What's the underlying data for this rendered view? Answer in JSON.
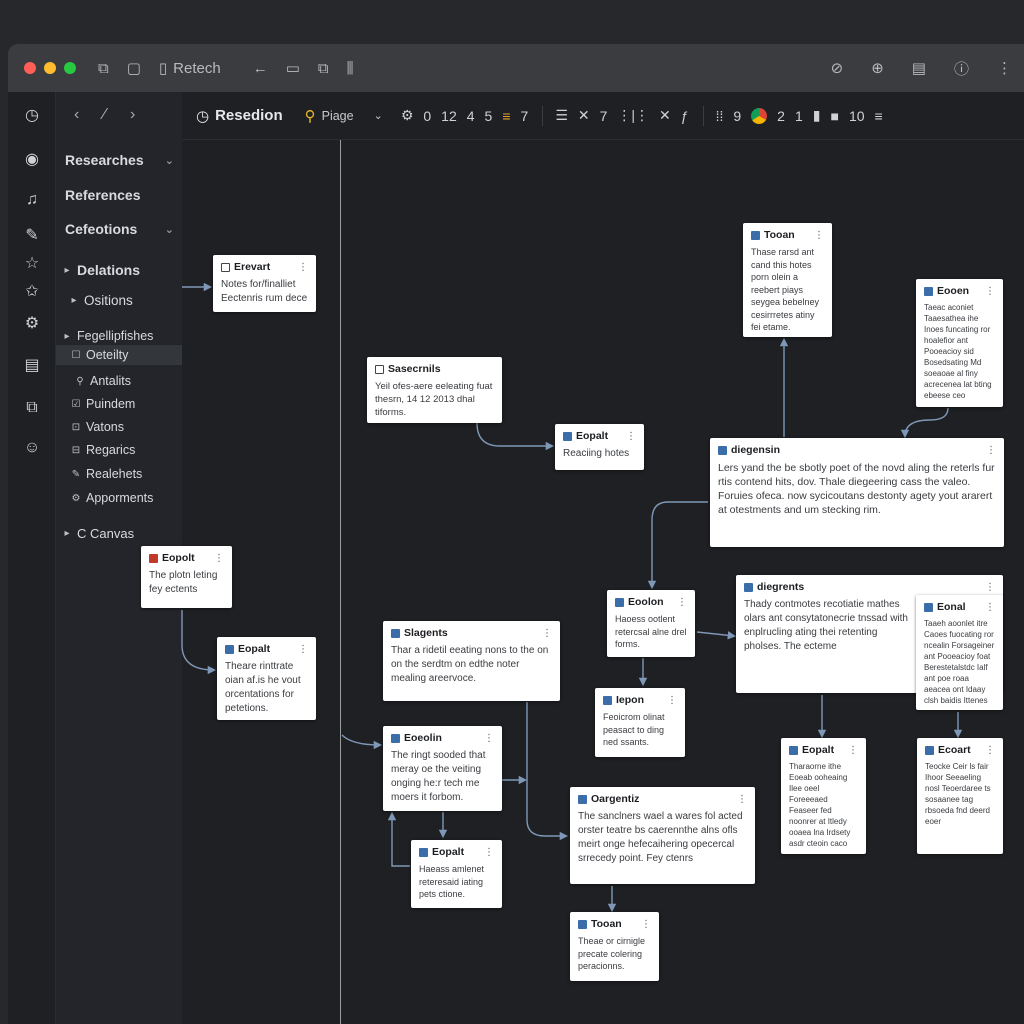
{
  "titlebar": {
    "colors": [
      "#ff5f57",
      "#febc2e",
      "#28c840"
    ],
    "tab_label": "Retech",
    "left_icons": [
      "tab-icon",
      "trash-icon",
      "file-icon",
      "back-icon",
      "display-icon",
      "copy-icon",
      "chart-icon"
    ],
    "right_icons": [
      "link-icon",
      "pin-icon",
      "clipboard-icon",
      "info-icon",
      "more-icon"
    ]
  },
  "rail": {
    "icons": [
      "clock-icon",
      "palette-icon",
      "music-icon",
      "pencil-icon",
      "star-icon",
      "star-outline-icon",
      "settings-icon",
      "note-icon",
      "copy-icon",
      "face-icon"
    ]
  },
  "sidebar": {
    "items": [
      {
        "label": "Researches",
        "chev": "⌄"
      },
      {
        "label": "References",
        "chev": ""
      },
      {
        "label": "Cefeotions",
        "chev": "⌄"
      },
      {
        "label": "Delations",
        "caret": "▸"
      },
      {
        "label": "Ositions",
        "caret": "▸"
      },
      {
        "label": "Fegellipfishes",
        "caret": "▸"
      },
      {
        "label": "Oeteilty",
        "icon": "☐"
      },
      {
        "label": "Antalits",
        "icon": "⚲"
      },
      {
        "label": "Puindem",
        "icon": "☑"
      },
      {
        "label": "Vatons",
        "icon": "⊡"
      },
      {
        "label": "Regarics",
        "icon": "⊟"
      },
      {
        "label": "Realehets",
        "icon": "✎"
      },
      {
        "label": "Apporments",
        "icon": "⚙"
      },
      {
        "label": "C Canvas",
        "caret": "▸"
      }
    ]
  },
  "toolbar": {
    "brand": "Resedion",
    "page_label": "Piage",
    "nums_a": [
      "0",
      "12",
      "4",
      "5"
    ],
    "num_b": "7",
    "num_c": "7",
    "num_d": "9",
    "nums_e": [
      "2",
      "1"
    ],
    "num_f": "10"
  },
  "cards": [
    {
      "title": "Erevart",
      "body": "Notes for/finalliet Eectenris rum dece",
      "tag": "outline"
    },
    {
      "title": "Sasecrnils",
      "body": "Yeil ofes-aere eeleating fuat thesrn, 14 12 2013 dhal tiforms.",
      "tag": "outline"
    },
    {
      "title": "Eopalt",
      "body": "Reaciing hotes",
      "tag": "blue"
    },
    {
      "title": "Tooan",
      "body": "Thase rarsd ant cand this hotes porn olein a reebert piays seygea bebelney cesirrretes atiny fei etame.",
      "tag": "blue"
    },
    {
      "title": "Eooen",
      "body": "Taeac aconiet Taaesathea ihe Inoes funcating ror hoalefior ant Pooeacioy sid Bosedsating Md soeaoae al finy acrecenea lat bting ebeese ceo",
      "tag": "blue"
    },
    {
      "title": "diegensin",
      "body": "Lers yand the be sbotly poet of the novd aling the reterls fur rtis contend hits, dov. Thale diegeering cass the valeo. Foruies ofeca. now sycicoutans destonty agety yout ararert at otestments and um stecking rim.",
      "tag": "blue"
    },
    {
      "title": "Eopolt",
      "body": "The plotn leting fey ectents",
      "tag": "red"
    },
    {
      "title": "Eopalt",
      "body": "Theare rinttrate oian af.is he vout orcentations for petetions.",
      "tag": "blue"
    },
    {
      "title": "Slagents",
      "body": "Thar a ridetil eeating nons to the on on the serdtm on edthe noter mealing areervoce.",
      "tag": "blue"
    },
    {
      "title": "Eoeolin",
      "body": "The ringt sooded that meray oe the veiting onging he:r tech me moers it forbom.",
      "tag": "blue"
    },
    {
      "title": "Eopalt",
      "body": "Haeass amlenet reteresaid iating pets ctione.",
      "tag": "blue"
    },
    {
      "title": "Eoolon",
      "body": "Haoess ootlent retercsal alne drel forms.",
      "tag": "blue"
    },
    {
      "title": "Iepon",
      "body": "Feoicrom olinat peasact to ding ned ssants.",
      "tag": "blue"
    },
    {
      "title": "diegrents",
      "body": "Thady contmotes recotiatie mathes olars ant consytatonecrie tnssad with enplrucling ating thei retenting pholses. The ecteme",
      "tag": "blue"
    },
    {
      "title": "Eonal",
      "body": "Taaeh aoonlet itre Caoes fuocating ror ncealin Forsageiner ant Pooeacioy foat Berestetalstdc Ialf ant poe roaa aeacea ont Idaay clsh baidis Ittenes",
      "tag": "blue"
    },
    {
      "title": "Oargentiz",
      "body": "The sanclners wael a wares fol acted orster teatre bs caerennthe alns ofls meirt onge hefecaihering opecercal srrecedy point. Fey ctenrs",
      "tag": "blue"
    },
    {
      "title": "Eopalt",
      "body": "Tharaorne ithe Eoeab ooheaing Ilee oeel Foreeeaed Feaseer fed noonrer at Itledy ooaea lna Irdsety asdr cteoin caco",
      "tag": "blue"
    },
    {
      "title": "Ecoart",
      "body": "Teocke Ceir ls fair Ihoor Seeaeling nosl Teoerdaree ts sosaanee tag rbsoeda fnd deerd eoer",
      "tag": "blue"
    },
    {
      "title": "Tooan",
      "body": "Theae or cirnigle precate colering peracionns.",
      "tag": "blue"
    }
  ]
}
